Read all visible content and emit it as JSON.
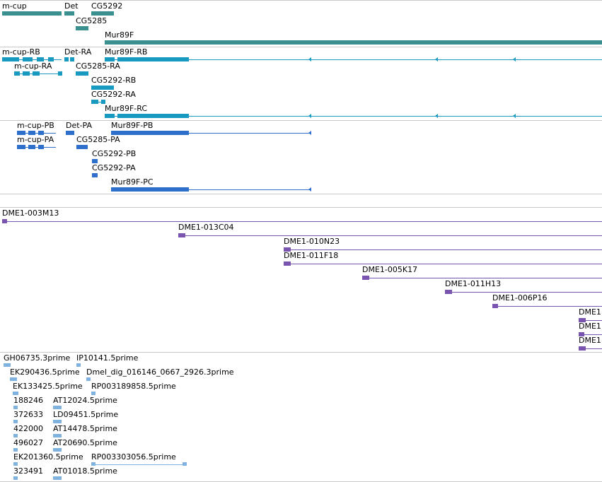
{
  "colors": {
    "gene": "#3a8f8f",
    "transcript": "#1899c0",
    "protein": "#2f6fcc",
    "clone": "#7a55b0",
    "est": "#7fb2de",
    "separator": "#c8c8c8"
  },
  "tracks": {
    "genes": [
      {
        "label": "m-cup"
      },
      {
        "label": "Det"
      },
      {
        "label": "CG5292"
      },
      {
        "label": "CG5285"
      },
      {
        "label": "Mur89F"
      }
    ],
    "transcripts": [
      {
        "label": "m-cup-RB"
      },
      {
        "label": "Det-RA"
      },
      {
        "label": "Mur89F-RB"
      },
      {
        "label": "m-cup-RA"
      },
      {
        "label": "CG5285-RA"
      },
      {
        "label": "CG5292-RB"
      },
      {
        "label": "CG5292-RA"
      },
      {
        "label": "Mur89F-RC"
      }
    ],
    "proteins": [
      {
        "label": "m-cup-PB"
      },
      {
        "label": "Det-PA"
      },
      {
        "label": "Mur89F-PB"
      },
      {
        "label": "m-cup-PA"
      },
      {
        "label": "CG5285-PA"
      },
      {
        "label": "CG5292-PB"
      },
      {
        "label": "CG5292-PA"
      },
      {
        "label": "Mur89F-PC"
      }
    ],
    "clones": [
      {
        "label": "DME1-003M13"
      },
      {
        "label": "DME1-013C04"
      },
      {
        "label": "DME1-010N23"
      },
      {
        "label": "DME1-011F18"
      },
      {
        "label": "DME1-005K17"
      },
      {
        "label": "DME1-011H13"
      },
      {
        "label": "DME1-006P16"
      },
      {
        "label": "DME1"
      },
      {
        "label": "DME1"
      },
      {
        "label": "DME1"
      }
    ],
    "ests": [
      {
        "label": "GH06735.3prime"
      },
      {
        "label": "IP10141.5prime"
      },
      {
        "label": "EK290436.5prime"
      },
      {
        "label": "Dmel_dig_016146_0667_2926.3prime"
      },
      {
        "label": "EK133425.5prime"
      },
      {
        "label": "RP003189858.5prime"
      },
      {
        "label": "188246"
      },
      {
        "label": "AT12024.5prime"
      },
      {
        "label": "372633"
      },
      {
        "label": "LD09451.5prime"
      },
      {
        "label": "422000"
      },
      {
        "label": "AT14478.5prime"
      },
      {
        "label": "496027"
      },
      {
        "label": "AT20690.5prime"
      },
      {
        "label": "EK201360.5prime"
      },
      {
        "label": "RP003303056.5prime"
      },
      {
        "label": "323491"
      },
      {
        "label": "AT01018.5prime"
      }
    ]
  }
}
